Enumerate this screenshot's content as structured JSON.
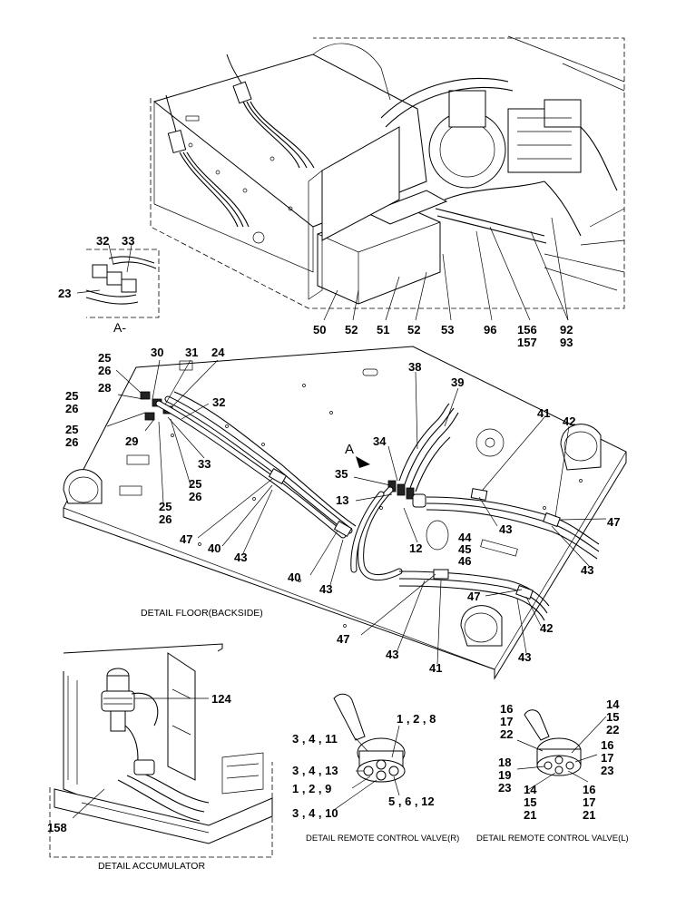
{
  "captions": {
    "detail_a": "A-",
    "arrow_a": "A",
    "floor": "DETAIL FLOOR(BACKSIDE)",
    "accumulator": "DETAIL ACCUMULATOR",
    "rcv_r": "DETAIL REMOTE CONTROL VALVE(R)",
    "rcv_l": "DETAIL REMOTE CONTROL VALVE(L)"
  },
  "callouts": {
    "inset": {
      "c32": "32",
      "c33": "33",
      "c23": "23"
    },
    "top": {
      "c50": "50",
      "c52a": "52",
      "c51": "51",
      "c52b": "52",
      "c53": "53",
      "c96": "96",
      "c156": "156",
      "c157": "157",
      "c92": "92",
      "c93": "93"
    },
    "floor": {
      "c25a": "25",
      "c26a": "26",
      "c30": "30",
      "c31": "31",
      "c24": "24",
      "c28": "28",
      "c25b": "25",
      "c26b": "26",
      "c32": "32",
      "c25c": "25",
      "c26c": "26",
      "c29": "29",
      "c33": "33",
      "c25d": "25",
      "c26d": "26",
      "c25e": "25",
      "c26e": "26",
      "c38": "38",
      "c39": "39",
      "c34": "34",
      "c35": "35",
      "c13": "13",
      "c12": "12",
      "c41a": "41",
      "c42a": "42",
      "c43a": "43",
      "c47a": "47",
      "c43b": "43",
      "c44": "44",
      "c45": "45",
      "c46": "46",
      "c47b": "47",
      "c40a": "40",
      "c43c": "43",
      "c40b": "40",
      "c43d": "43",
      "c47c": "47",
      "c42b": "42",
      "c47d": "47",
      "c43e": "43",
      "c41b": "41",
      "c43f": "43"
    },
    "accumulator": {
      "c124": "124",
      "c158": "158"
    },
    "rcv_r": {
      "c34_11": "3 , 4 , 11",
      "c128": "1 , 2 , 8",
      "c34_13": "3 , 4 , 13",
      "c129": "1 , 2 , 9",
      "c34_10": "3 , 4 , 10",
      "c5612": "5 , 6 , 12"
    },
    "rcv_l": {
      "c16a": "16",
      "c17a": "17",
      "c22a": "22",
      "c14a": "14",
      "c15a": "15",
      "c22b": "22",
      "c16b": "16",
      "c17b": "17",
      "c23a": "23",
      "c18": "18",
      "c19": "19",
      "c23b": "23",
      "c14b": "14",
      "c15b": "15",
      "c21a": "21",
      "c16c": "16",
      "c17c": "17",
      "c21b": "21"
    }
  }
}
